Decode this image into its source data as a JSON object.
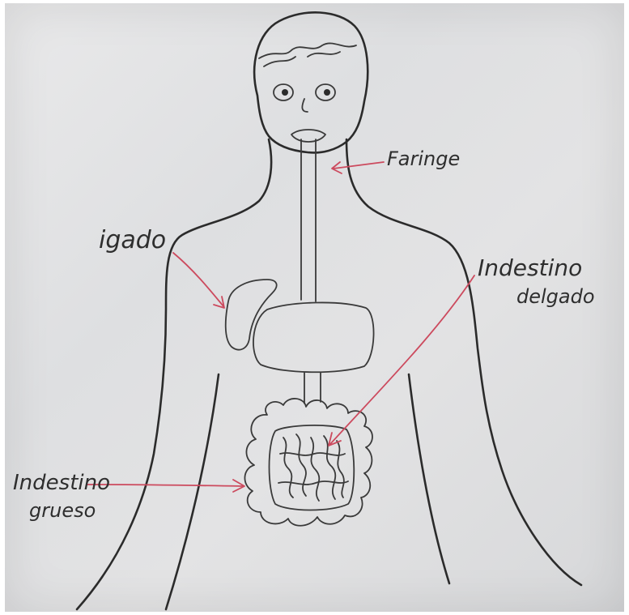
{
  "labels": {
    "faringe": "Faringe",
    "higado": "igado",
    "intestino_delgado_line1": "Indestino",
    "intestino_delgado_line2": "delgado",
    "intestino_grueso_line1": "Indestino",
    "intestino_grueso_line2": "grueso"
  },
  "colors": {
    "paper": "#e2e2e3",
    "ink": "#2b2b2b",
    "arrow_pen": "#cc4a5e"
  }
}
